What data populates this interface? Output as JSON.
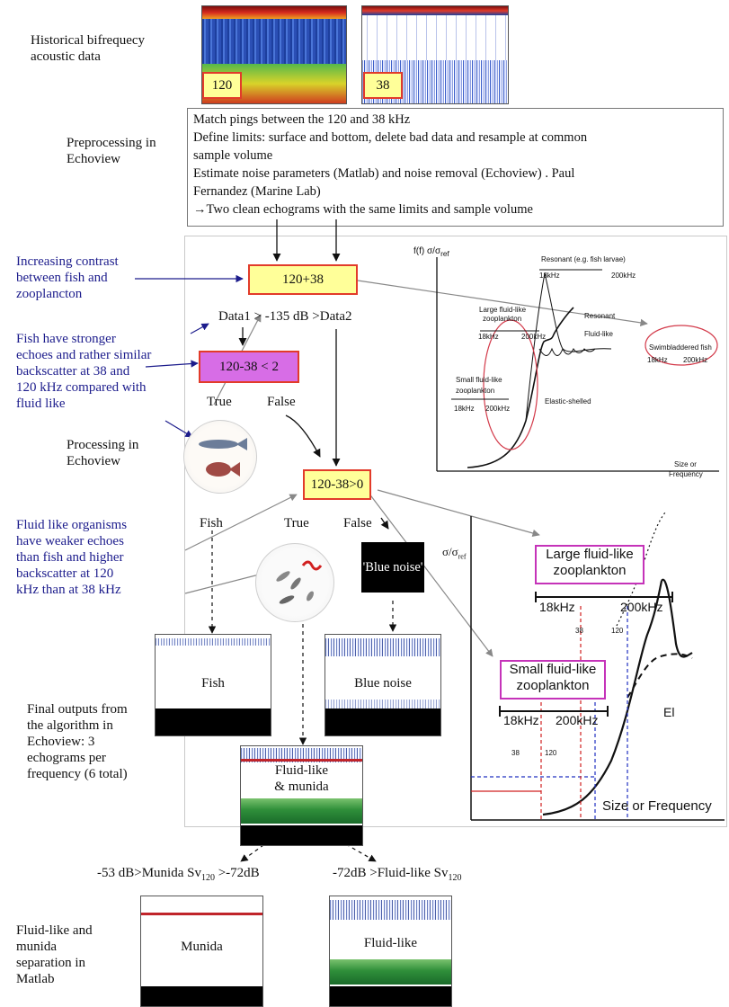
{
  "historical": {
    "label_line1": "Historical bifrequecy",
    "label_line2": "acoustic data",
    "tag_120": "120",
    "tag_38": "38"
  },
  "preprocessing": {
    "label_line1": "Preprocessing in",
    "label_line2": "Echoview",
    "step1": "Match pings between the 120 and 38 kHz",
    "step2a": "Define limits: surface and bottom, delete bad data and resample at common",
    "step2b": "sample volume",
    "step3a": " Estimate noise parameters (Matlab) and noise removal (Echoview) . Paul",
    "step3b": "Fernandez (Marine Lab)",
    "step4": "→Two clean echograms with the same limits and sample volume"
  },
  "left_notes": {
    "contrast": [
      "Increasing contrast",
      "between fish and",
      "zooplancton"
    ],
    "fish": [
      "Fish have stronger",
      "echoes and rather similar",
      "backscatter at 38 and",
      "120 kHz  compared with",
      "fluid like"
    ],
    "processing": [
      "Processing in",
      "Echoview"
    ],
    "fluid": [
      "Fluid like organisms",
      "have weaker echoes",
      "than fish and higher",
      "backscatter at 120",
      "kHz than at 38 kHz"
    ],
    "final": [
      "Final outputs from",
      "the algorithm in",
      "Echoview: 3",
      "echograms per",
      "frequency (6 total)"
    ],
    "matlab": [
      "Fluid-like and",
      "munida",
      "separation  in",
      "Matlab"
    ]
  },
  "flow": {
    "sum_box": "120+38",
    "threshold": "Data1 > -135 dB >Data2",
    "diff_box": "120-38 < 2",
    "true1": "True",
    "false1": "False",
    "diff_box2": "120-38>0",
    "fish_label": "Fish",
    "true2": "True",
    "false2": "False",
    "blue_noise_box": "'Blue noise'"
  },
  "outputs": {
    "fish": "Fish",
    "blue_noise": "Blue noise",
    "fluid_munida_line1": "Fluid-like",
    "fluid_munida_line2": "& munida",
    "munida_rule_a": "-53 dB>Munida Sv",
    "munida_rule_sub": "120",
    "munida_rule_b": " >-72dB",
    "fluid_rule_a": "-72dB >Fluid-like Sv",
    "fluid_rule_sub": "120",
    "munida": "Munida",
    "fluid_like": "Fluid-like"
  },
  "top_plot": {
    "y_label": "f(f)  σ/σ",
    "y_sub": "ref",
    "resonant": "Resonant (e.g. fish larvae)",
    "res_18": "18kHz",
    "res_200": "200kHz",
    "large_fl_1": "Large fluid-like",
    "large_fl_2": "zooplankton",
    "large_18": "18kHz",
    "large_200": "200kHz",
    "resonant2": "Resonant",
    "fluid_like": "Fluid-like",
    "swim_1": "Swimbladdered fish",
    "swim_18": "18kHz",
    "swim_200": "200kHz",
    "small_fl_1": "Small fluid-like",
    "small_fl_2": "zooplankton",
    "small_18": "18kHz",
    "small_200": "200kHz",
    "elastic": "Elastic-shelled",
    "x_label_1": "Size or",
    "x_label_2": "Frequency"
  },
  "bottom_plot": {
    "y_label": "σ/σ",
    "y_sub": "ref",
    "large_1": "Large fluid-like",
    "large_2": "zooplankton",
    "large_18": "18kHz",
    "large_200": "200kHz",
    "t38a": "38",
    "t120a": "120",
    "small_1": "Small fluid-like",
    "small_2": "zooplankton",
    "small_18": "18kHz",
    "small_200": "200kHz",
    "t38b": "38",
    "t120b": "120",
    "el": "El",
    "x_label": "Size or Frequency"
  }
}
